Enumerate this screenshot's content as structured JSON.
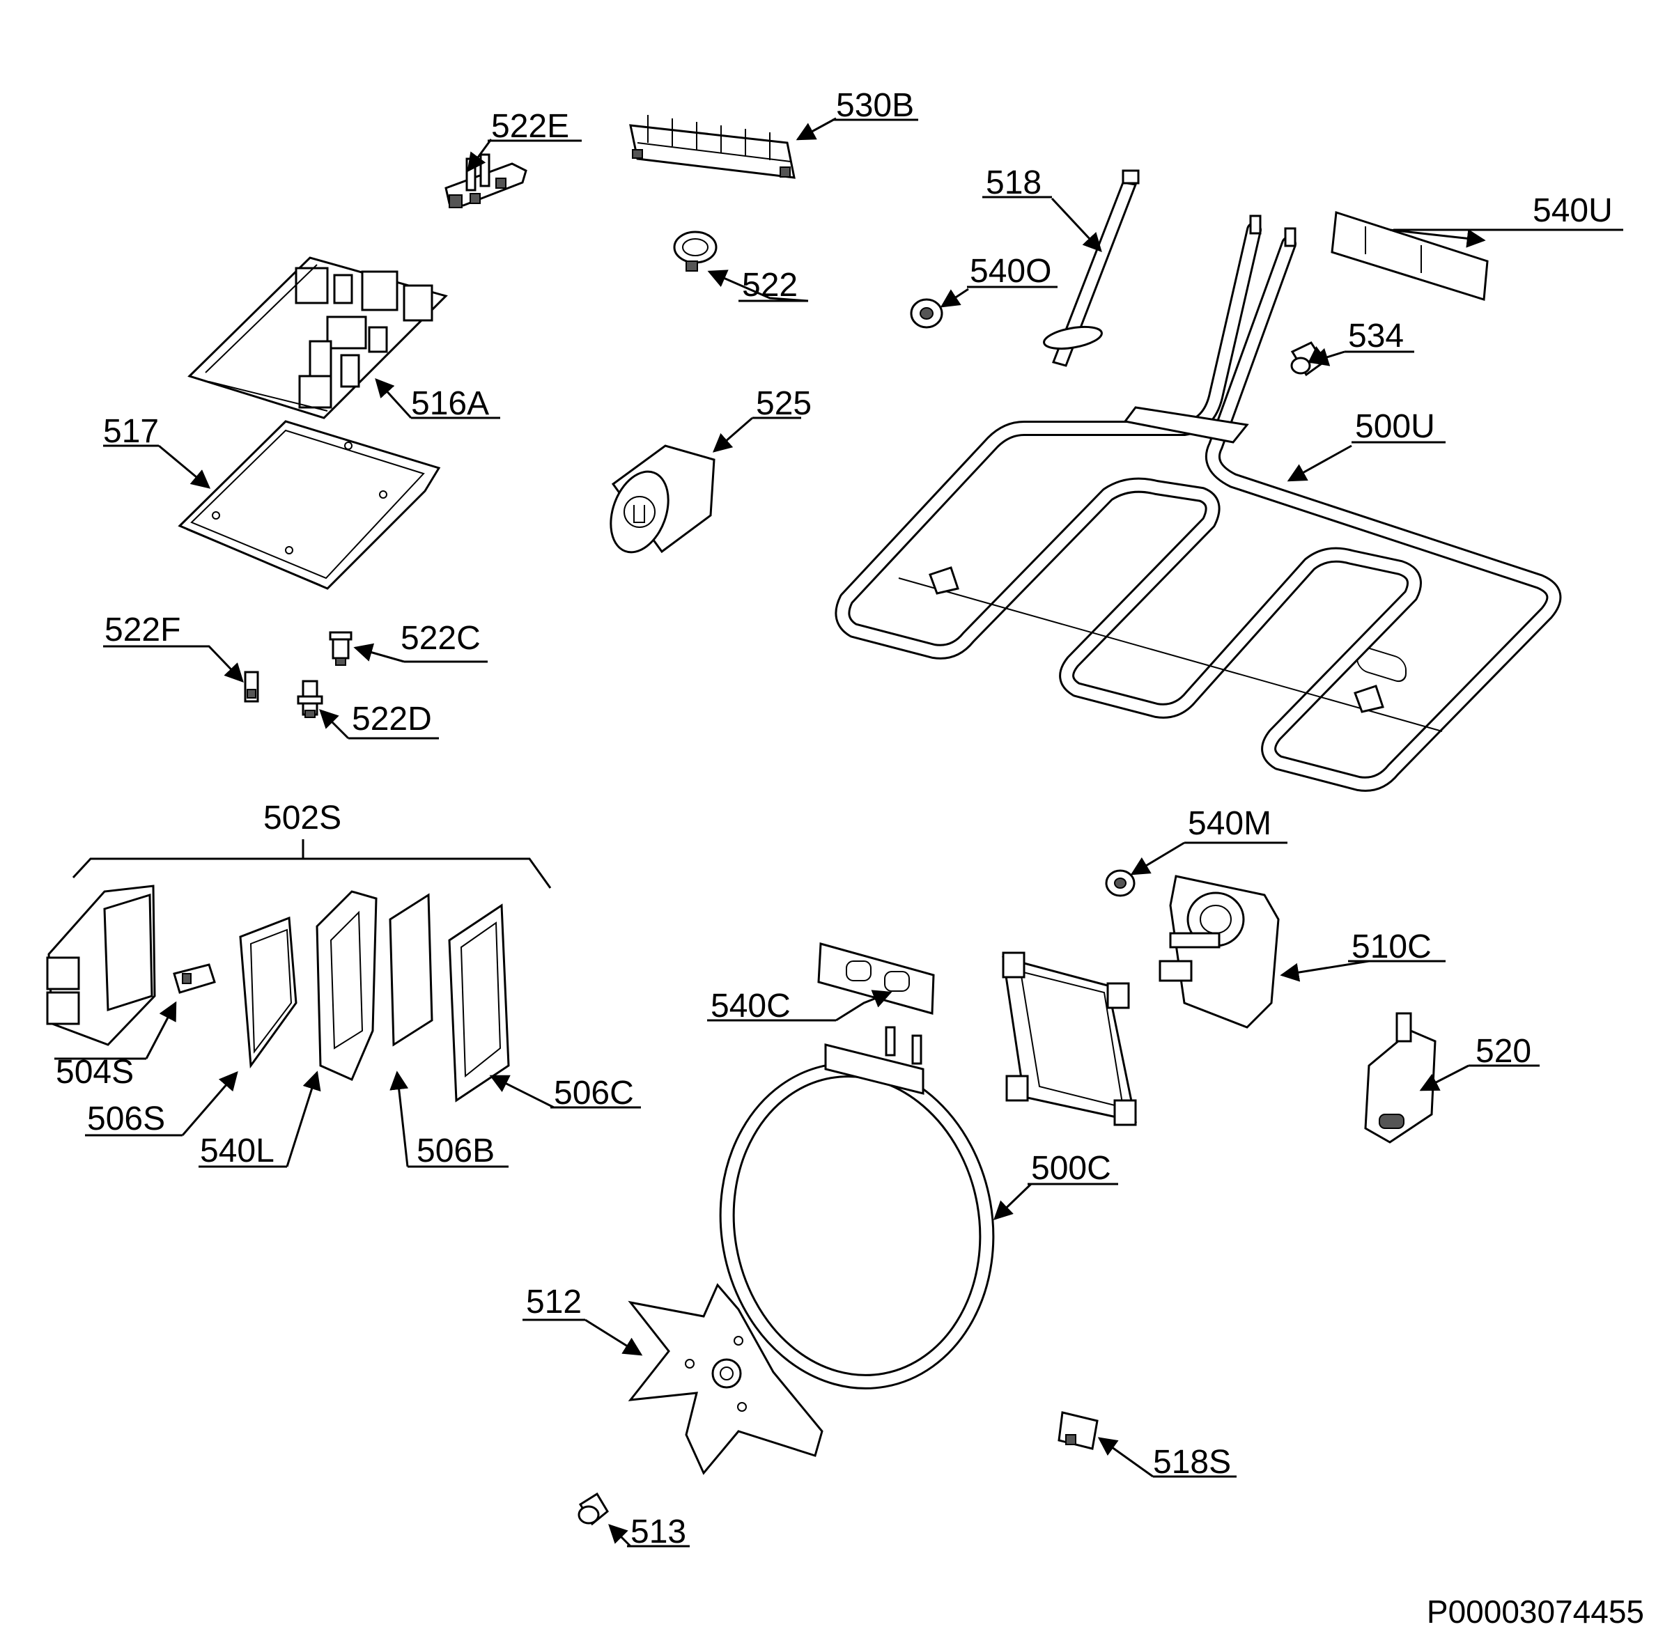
{
  "drawing_code": "P00003074455",
  "parts": [
    {
      "id": "p522E",
      "label": "522E"
    },
    {
      "id": "p530B",
      "label": "530B"
    },
    {
      "id": "p518",
      "label": "518"
    },
    {
      "id": "p540U",
      "label": "540U"
    },
    {
      "id": "p540O",
      "label": "540O"
    },
    {
      "id": "p522",
      "label": "522"
    },
    {
      "id": "p516A",
      "label": "516A"
    },
    {
      "id": "p534",
      "label": "534"
    },
    {
      "id": "p517",
      "label": "517"
    },
    {
      "id": "p525",
      "label": "525"
    },
    {
      "id": "p500U",
      "label": "500U"
    },
    {
      "id": "p522F",
      "label": "522F"
    },
    {
      "id": "p522C",
      "label": "522C"
    },
    {
      "id": "p522D",
      "label": "522D"
    },
    {
      "id": "p502S",
      "label": "502S"
    },
    {
      "id": "p540M",
      "label": "540M"
    },
    {
      "id": "p510C",
      "label": "510C"
    },
    {
      "id": "p540C",
      "label": "540C"
    },
    {
      "id": "p504S",
      "label": "504S"
    },
    {
      "id": "p506S",
      "label": "506S"
    },
    {
      "id": "p540L",
      "label": "540L"
    },
    {
      "id": "p506B",
      "label": "506B"
    },
    {
      "id": "p506C",
      "label": "506C"
    },
    {
      "id": "p520",
      "label": "520"
    },
    {
      "id": "p500C",
      "label": "500C"
    },
    {
      "id": "p512",
      "label": "512"
    },
    {
      "id": "p518S",
      "label": "518S"
    },
    {
      "id": "p513",
      "label": "513"
    }
  ]
}
